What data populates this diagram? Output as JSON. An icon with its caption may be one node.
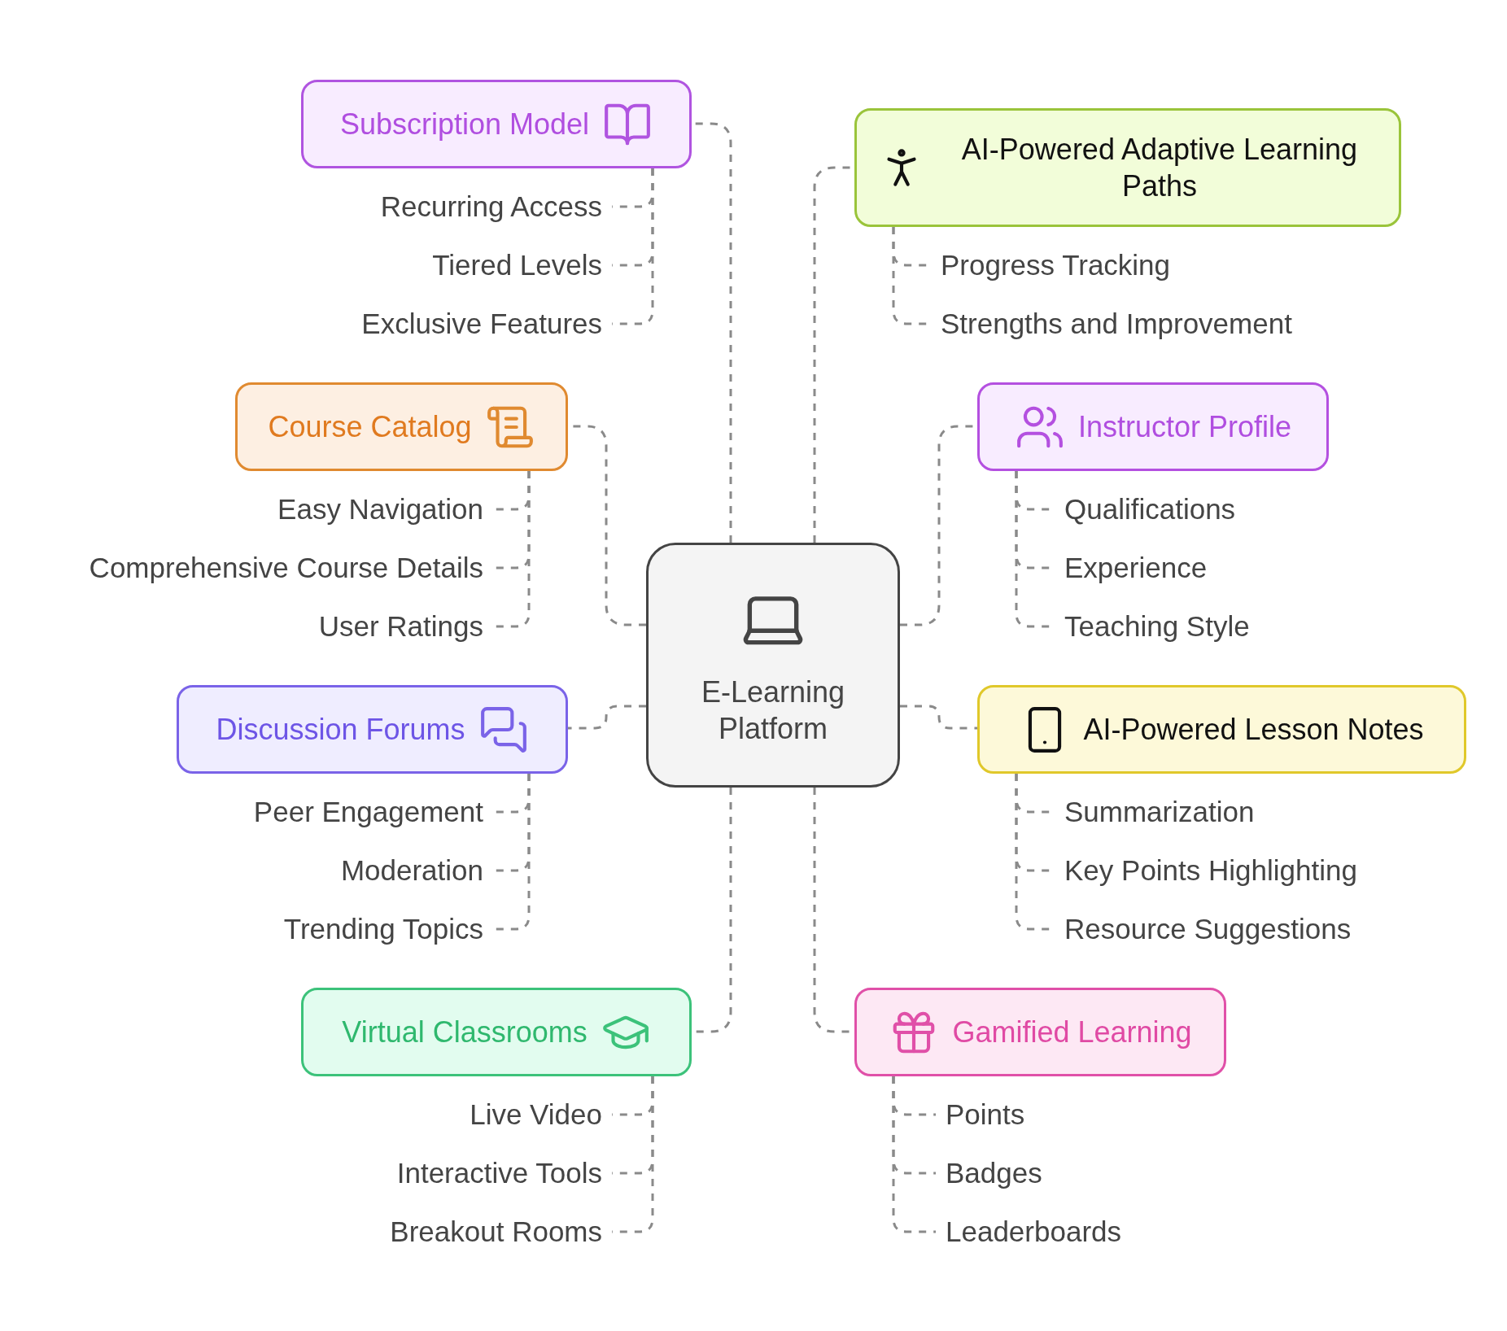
{
  "diagram": {
    "nodes": [
      {
        "text": [
          "E-Learning Platform"
        ]
      },
      {
        "text": [
          "Subscription Model"
        ]
      },
      {
        "text": [
          "Recurring Access"
        ]
      },
      {
        "text": [
          "Tiered Levels"
        ]
      },
      {
        "text": [
          "Exclusive Features"
        ]
      },
      {
        "text": [
          "AI-Powered Adaptive Learning Paths"
        ]
      },
      {
        "text": [
          "Progress Tracking"
        ]
      },
      {
        "text": [
          "Strengths and Improvement"
        ]
      },
      {
        "text": [
          "Course Catalog"
        ]
      },
      {
        "text": [
          "Easy Navigation"
        ]
      },
      {
        "text": [
          "Comprehensive Course Details"
        ]
      },
      {
        "text": [
          "User Ratings"
        ]
      },
      {
        "text": [
          "Instructor Profile"
        ]
      },
      {
        "text": [
          "Qualifications"
        ]
      },
      {
        "text": [
          "Experience"
        ]
      },
      {
        "text": [
          "Teaching Style"
        ]
      },
      {
        "text": [
          "Discussion Forums"
        ]
      },
      {
        "text": [
          "Peer Engagement"
        ]
      },
      {
        "text": [
          "Moderation"
        ]
      },
      {
        "text": [
          "Trending Topics"
        ]
      },
      {
        "text": [
          "AI-Powered Lesson Notes"
        ]
      },
      {
        "text": [
          "Summarization"
        ]
      },
      {
        "text": [
          "Key Points Highlighting"
        ]
      },
      {
        "text": [
          "Resource Suggestions"
        ]
      },
      {
        "text": [
          "Virtual Classrooms"
        ]
      },
      {
        "text": [
          "Live Video"
        ]
      },
      {
        "text": [
          "Interactive Tools"
        ]
      },
      {
        "text": [
          "Breakout Rooms"
        ]
      },
      {
        "text": [
          "Gamified Learning"
        ]
      },
      {
        "text": [
          "Points"
        ]
      },
      {
        "text": [
          "Badges"
        ]
      },
      {
        "text": [
          "Leaderboards"
        ]
      }
    ],
    "edges": [
      {
        "from": 0,
        "to": 1,
        "arrow": "none",
        "style": "dashed"
      },
      {
        "from": 1,
        "to": 2,
        "arrow": "none",
        "style": "dashed"
      },
      {
        "from": 1,
        "to": 3,
        "arrow": "none",
        "style": "dashed"
      },
      {
        "from": 1,
        "to": 4,
        "arrow": "none",
        "style": "dashed"
      },
      {
        "from": 0,
        "to": 5,
        "arrow": "none",
        "style": "dashed"
      },
      {
        "from": 5,
        "to": 6,
        "arrow": "none",
        "style": "dashed"
      },
      {
        "from": 5,
        "to": 7,
        "arrow": "none",
        "style": "dashed"
      },
      {
        "from": 0,
        "to": 8,
        "arrow": "none",
        "style": "dashed"
      },
      {
        "from": 8,
        "to": 9,
        "arrow": "none",
        "style": "dashed"
      },
      {
        "from": 8,
        "to": 10,
        "arrow": "none",
        "style": "dashed"
      },
      {
        "from": 8,
        "to": 11,
        "arrow": "none",
        "style": "dashed"
      },
      {
        "from": 0,
        "to": 12,
        "arrow": "none",
        "style": "dashed"
      },
      {
        "from": 12,
        "to": 13,
        "arrow": "none",
        "style": "dashed"
      },
      {
        "from": 12,
        "to": 14,
        "arrow": "none",
        "style": "dashed"
      },
      {
        "from": 12,
        "to": 15,
        "arrow": "none",
        "style": "dashed"
      },
      {
        "from": 0,
        "to": 16,
        "arrow": "none",
        "style": "dashed"
      },
      {
        "from": 16,
        "to": 17,
        "arrow": "none",
        "style": "dashed"
      },
      {
        "from": 16,
        "to": 18,
        "arrow": "none",
        "style": "dashed"
      },
      {
        "from": 16,
        "to": 19,
        "arrow": "none",
        "style": "dashed"
      },
      {
        "from": 0,
        "to": 20,
        "arrow": "none",
        "style": "dashed"
      },
      {
        "from": 20,
        "to": 21,
        "arrow": "none",
        "style": "dashed"
      },
      {
        "from": 20,
        "to": 22,
        "arrow": "none",
        "style": "dashed"
      },
      {
        "from": 20,
        "to": 23,
        "arrow": "none",
        "style": "dashed"
      },
      {
        "from": 0,
        "to": 24,
        "arrow": "none",
        "style": "dashed"
      },
      {
        "from": 24,
        "to": 25,
        "arrow": "none",
        "style": "dashed"
      },
      {
        "from": 24,
        "to": 26,
        "arrow": "none",
        "style": "dashed"
      },
      {
        "from": 24,
        "to": 27,
        "arrow": "none",
        "style": "dashed"
      },
      {
        "from": 0,
        "to": 28,
        "arrow": "none",
        "style": "dashed"
      },
      {
        "from": 28,
        "to": 29,
        "arrow": "none",
        "style": "dashed"
      },
      {
        "from": 28,
        "to": 30,
        "arrow": "none",
        "style": "dashed"
      },
      {
        "from": 28,
        "to": 31,
        "arrow": "none",
        "style": "dashed"
      }
    ]
  }
}
